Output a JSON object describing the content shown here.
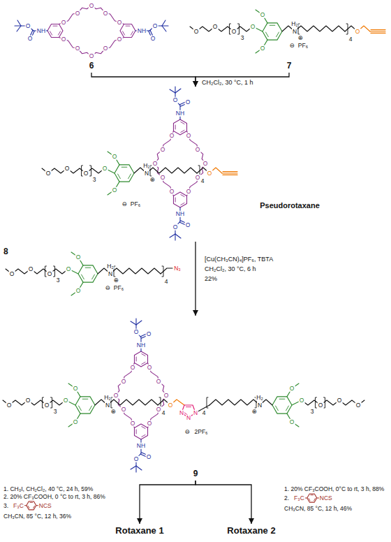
{
  "diagram": {
    "nodes": [
      {
        "text": [
          "6"
        ]
      },
      {
        "text": [
          "7"
        ]
      },
      {
        "text": [
          "Pseudorotaxane"
        ]
      },
      {
        "text": [
          "8"
        ]
      },
      {
        "text": [
          "9"
        ]
      },
      {
        "text": [
          "Rotaxane 1"
        ]
      },
      {
        "text": [
          "Rotaxane 2"
        ]
      }
    ],
    "edges": [
      {
        "from": 0,
        "to": 2,
        "arrow": "to"
      },
      {
        "from": 1,
        "to": 2,
        "arrow": "to",
        "label": "CH₂Cl₂, 30 °C, 1 h"
      },
      {
        "from": 2,
        "to": 4,
        "arrow": "to"
      },
      {
        "from": 4,
        "to": 5,
        "arrow": "to"
      },
      {
        "from": 4,
        "to": 6,
        "arrow": "to"
      }
    ],
    "labels": [
      "O",
      "O",
      "O",
      "O",
      "O",
      "O",
      "O",
      "O",
      "O",
      "O",
      "NH",
      "O",
      "O",
      "NH",
      "O",
      "O",
      "O",
      "O",
      "O",
      "3",
      "O",
      "O",
      "O",
      "H₂",
      "N",
      "⊕",
      "4",
      "⊖",
      "PF₆",
      "O",
      "O",
      "O",
      "O",
      "O",
      "O",
      "O",
      "O",
      "O",
      "O",
      "O",
      "NH",
      "O",
      "O",
      "NH",
      "O",
      "O",
      "O",
      "O",
      "O",
      "3",
      "O",
      "O",
      "O",
      "H₂",
      "N",
      "⊕",
      "4",
      "⊖",
      "PF₆",
      "O",
      "O",
      "O",
      "O",
      "3",
      "O",
      "O",
      "O",
      "H₂",
      "N",
      "⊕",
      "4",
      "⊖",
      "PF₆",
      "N₃",
      "O",
      "O",
      "O",
      "O",
      "O",
      "O",
      "O",
      "O",
      "O",
      "O",
      "NH",
      "O",
      "O",
      "NH",
      "O",
      "O",
      "O",
      "O",
      "O",
      "3",
      "O",
      "O",
      "O",
      "H₂",
      "N",
      "⊕",
      "4",
      "O",
      "N",
      "N",
      "N",
      "O",
      "O",
      "O",
      "3",
      "O",
      "O",
      "O",
      "H₂",
      "N",
      "⊕",
      "4",
      "⊖",
      "2PF₆",
      "[Cu(CH₃CN)₄]PF₆, TBTA",
      "CH₂Cl₂, 30 °C, 6 h",
      "22%",
      "1. CH₃I, CH₂Cl₂, 40 °C, 24 h, 59%",
      "2. 20% CF₃COOH, 0 °C to rt, 3 h, 86%",
      "3.",
      "F₃C",
      "NCS",
      "CH₃CN, 85 °C, 12 h, 36%",
      "1. 20% CF₃COOH, 0°C to rt, 3 h, 88%",
      "2.",
      "F₃C",
      "NCS",
      "CH₃CN, 85 °C, 12 h, 46%"
    ]
  }
}
